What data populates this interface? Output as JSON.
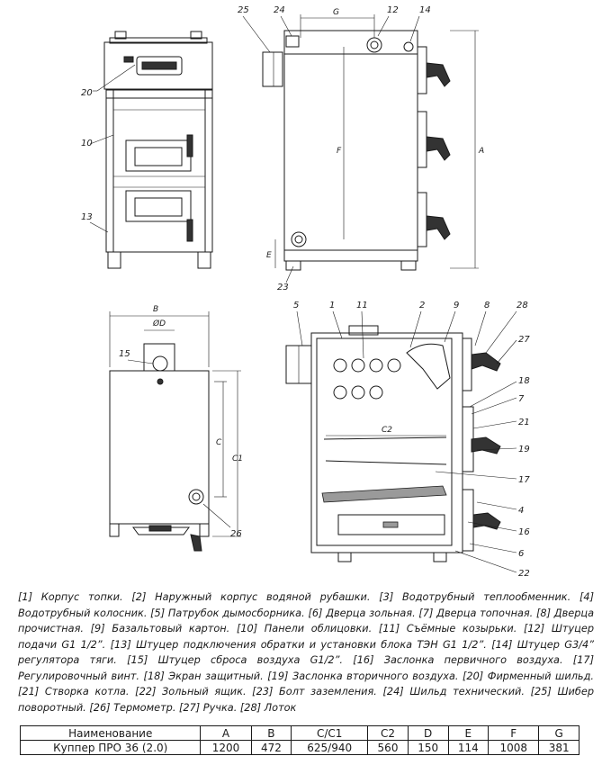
{
  "callouts": {
    "front": [
      "20",
      "10",
      "13"
    ],
    "side": [
      "25",
      "24",
      "G",
      "12",
      "14",
      "F",
      "A",
      "E",
      "23"
    ],
    "rear": [
      "B",
      "ØD",
      "15",
      "C",
      "C1",
      "26"
    ],
    "section": [
      "5",
      "1",
      "11",
      "2",
      "9",
      "8",
      "28",
      "27",
      "18",
      "7",
      "21",
      "19",
      "17",
      "C2",
      "4",
      "16",
      "6",
      "22"
    ]
  },
  "legend": "[1] Корпус топки. [2] Наружный корпус водяной рубашки. [3] Водотрубный теплообменник. [4] Водотрубный колосник. [5] Патрубок дымосборника. [6] Дверца зольная. [7] Дверца топочная. [8] Дверца прочистная. [9] Базальтовый картон. [10] Панели облицовки. [11] Съёмные козырьки. [12] Штуцер подачи G1 1/2”. [13] Штуцер подключения обратки и установки блока ТЭН G1 1/2”. [14] Штуцер G3/4” регулятора тяги. [15] Штуцер сброса воздуха G1/2”. [16] Заслонка первичного воздуха. [17] Регулировочный винт. [18] Экран защитный. [19] Заслонка вторичного воздуха. [20] Фирменный шильд. [21] Створка котла. [22] Зольный ящик. [23] Болт заземления. [24] Шильд технический. [25] Шибер поворотный. [26] Термометр. [27] Ручка. [28] Лоток",
  "table": {
    "header": [
      "Наименование",
      "A",
      "B",
      "C/C1",
      "C2",
      "D",
      "E",
      "F",
      "G"
    ],
    "rows": [
      [
        "Куппер ПРО 36 (2.0)",
        "1200",
        "472",
        "625/940",
        "560",
        "150",
        "114",
        "1008",
        "381"
      ]
    ]
  }
}
